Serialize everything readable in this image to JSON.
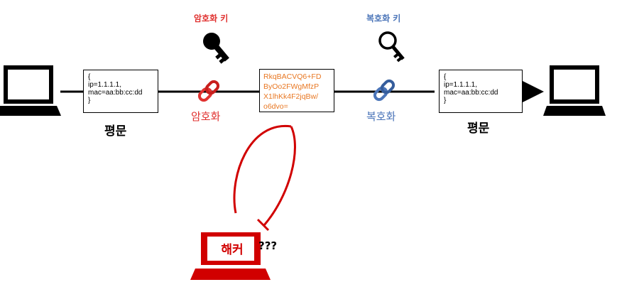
{
  "encrypt_key_label": "암호화 키",
  "decrypt_key_label": "복호화 키",
  "encrypt_action_label": "암호화",
  "decrypt_action_label": "복호화",
  "plaintext_caption": "평문",
  "plaintext_lines": [
    "{",
    "ip=1.1.1.1,",
    "mac=aa:bb:cc:dd",
    "}"
  ],
  "ciphertext_lines": [
    "RkqBACVQ6+FD",
    "ByOo2FWgMfzP",
    "X1lhKk4F2jqBw/",
    "o6dvo="
  ],
  "hacker_label": "해커",
  "hacker_question": "???",
  "icons": [
    "laptop-icon",
    "key-icon",
    "chain-link-icon",
    "hacker-laptop-icon"
  ],
  "colors": {
    "encrypt": "#e0312f",
    "decrypt": "#4a74b8",
    "ciphertext": "#e87722",
    "hacker": "#d10000",
    "line": "#000000"
  }
}
